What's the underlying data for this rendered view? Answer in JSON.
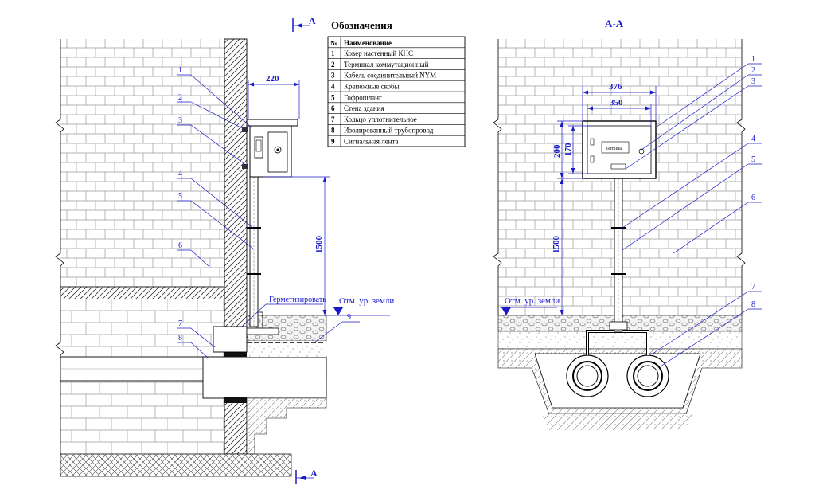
{
  "section_marks": {
    "top_label": "A",
    "bottom_label": "A"
  },
  "legend": {
    "title": "Обозначения",
    "header_num": "№",
    "header_name": "Наименование",
    "rows": [
      {
        "num": "1",
        "name": "Ковер настенный КНС"
      },
      {
        "num": "2",
        "name": "Терминал коммутационный"
      },
      {
        "num": "3",
        "name": "Кабель соединительный NYM"
      },
      {
        "num": "4",
        "name": "Крепежные скобы"
      },
      {
        "num": "5",
        "name": "Гофрошланг"
      },
      {
        "num": "6",
        "name": "Стена здания"
      },
      {
        "num": "7",
        "name": "Кольцо уплотнительное"
      },
      {
        "num": "8",
        "name": "Изолированный трубопровод"
      },
      {
        "num": "9",
        "name": "Сигнальная лента"
      }
    ]
  },
  "left_view": {
    "dim_width": "220",
    "dim_height": "1500",
    "note_seal": "Герметизировать",
    "ground_level": "Отм. ур. земли",
    "callouts": [
      "1",
      "2",
      "3",
      "4",
      "5",
      "6",
      "7",
      "8",
      "9"
    ]
  },
  "right_view": {
    "title": "А-А",
    "dim_outer_width": "376",
    "dim_inner_width": "350",
    "dim_outer_height": "200",
    "dim_inner_height": "170",
    "dim_height": "1500",
    "ground_level": "Отм. ур. земли",
    "box_brand": "Terminal",
    "callouts": [
      "1",
      "2",
      "3",
      "4",
      "5",
      "6",
      "7",
      "8"
    ]
  }
}
